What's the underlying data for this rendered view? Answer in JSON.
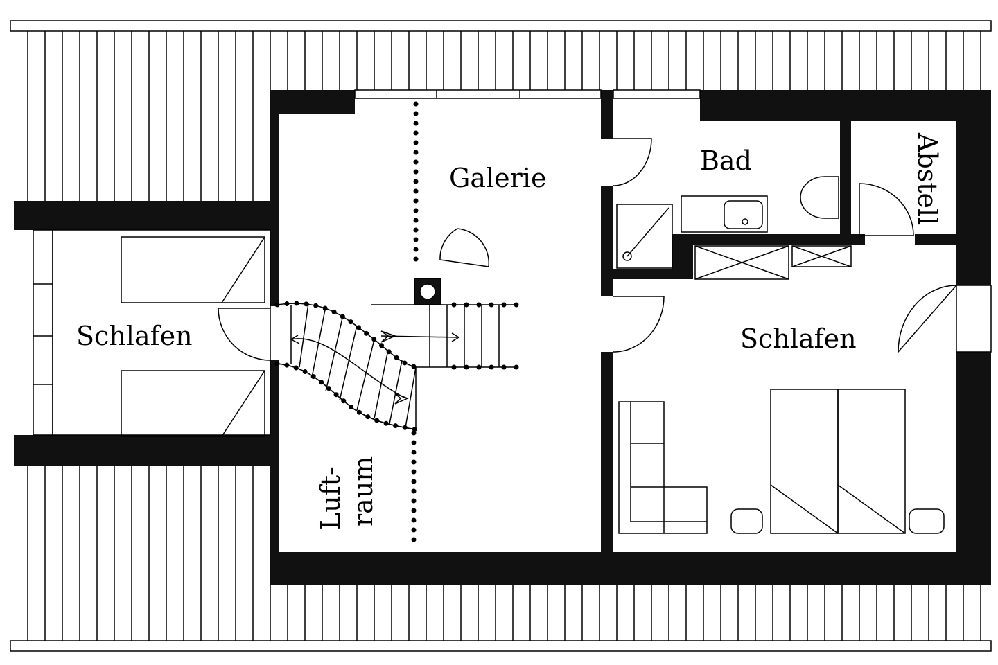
{
  "rooms": {
    "galerie": "Galerie",
    "bad": "Bad",
    "abstell": "Abstell",
    "schlafen_left": "Schlafen",
    "schlafen_right": "Schlafen",
    "luftraum_1": "Luft-",
    "luftraum_2": "raum"
  },
  "colors": {
    "wall": "#111111",
    "line": "#000000",
    "background": "#ffffff"
  }
}
